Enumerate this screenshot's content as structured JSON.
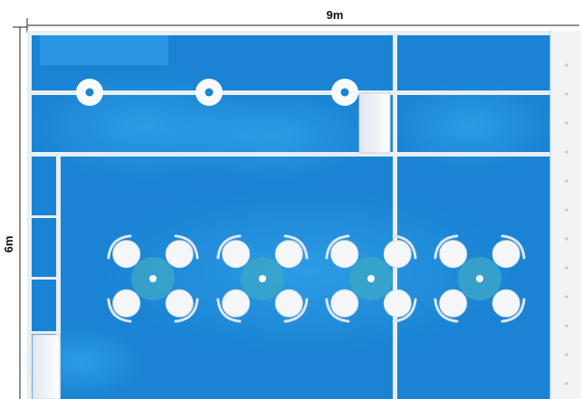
{
  "dimensions": {
    "width_label": "9m",
    "height_label": "6m"
  },
  "colors": {
    "floor": "#1a83d4",
    "floor_light": "#2b98e6",
    "wall": "#e9eef3",
    "side_panel": "#f1f3f5",
    "table_top": "#3aa6c9",
    "chair": "#f4f6f8",
    "dim_line": "#222222"
  },
  "tables": [
    {
      "id": "table-1",
      "chairs": 4
    },
    {
      "id": "table-2",
      "chairs": 4
    },
    {
      "id": "table-3",
      "chairs": 4
    },
    {
      "id": "table-4",
      "chairs": 4
    }
  ],
  "ceiling_lights": [
    {
      "id": "light-1"
    },
    {
      "id": "light-2"
    },
    {
      "id": "light-3"
    }
  ]
}
